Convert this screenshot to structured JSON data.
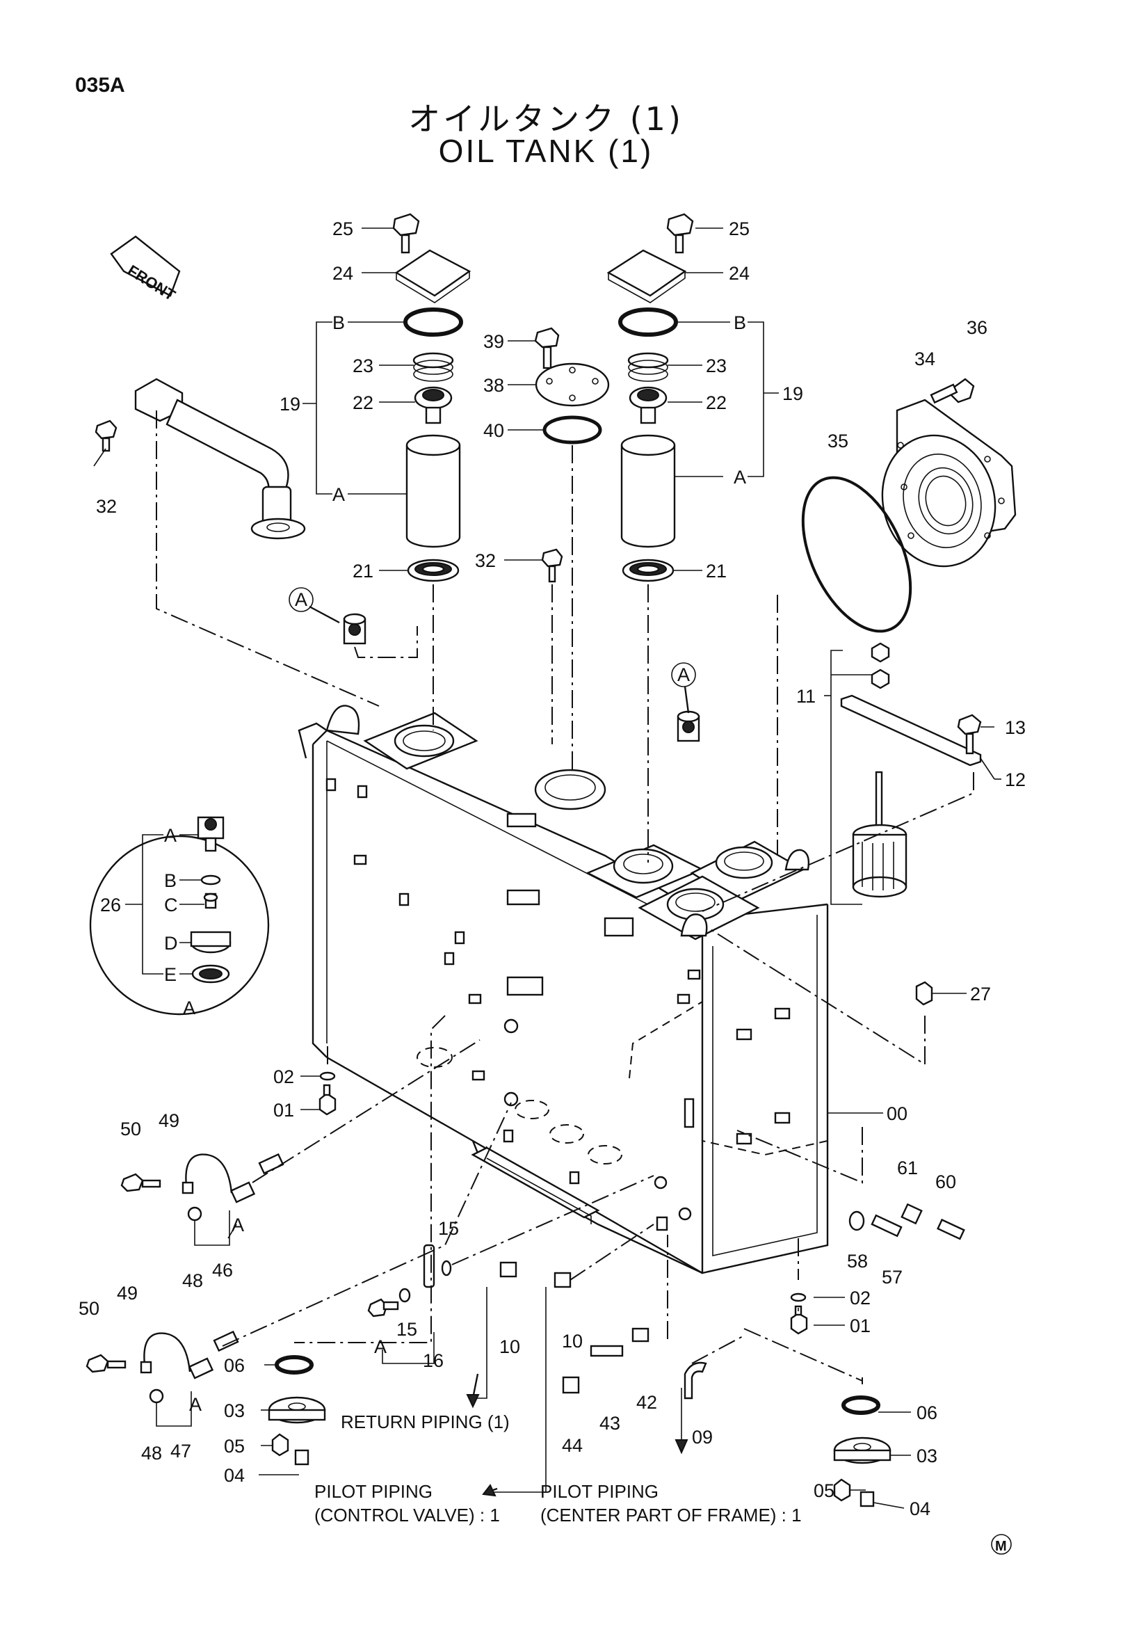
{
  "page_code": "035A",
  "title_jp": "オイルタンク (1)",
  "title_en": "OIL TANK (1)",
  "front_label": "FRONT",
  "mark": "M",
  "callouts": {
    "c25a": "25",
    "c24a": "24",
    "c25b": "25",
    "c24b": "24",
    "cBa": "B",
    "cBb": "B",
    "c39": "39",
    "c38": "38",
    "c23a": "23",
    "c23b": "23",
    "c36": "36",
    "c34": "34",
    "c19a": "19",
    "c19b": "19",
    "c22a": "22",
    "c22b": "22",
    "c40": "40",
    "c35": "35",
    "cAa": "A",
    "cAb": "A",
    "c32a": "32",
    "c32b": "32",
    "c21a": "21",
    "c21b": "21",
    "circA1": "A",
    "circA2": "A",
    "c13": "13",
    "c12": "12",
    "c11": "11",
    "dA": "A",
    "dB": "B",
    "dC": "C",
    "dD": "D",
    "dE": "E",
    "d26": "26",
    "dBottom": "A",
    "c27": "27",
    "c02a": "02",
    "c01a": "01",
    "c00": "00",
    "c50a": "50",
    "c49a": "49",
    "c48a": "48",
    "c46": "46",
    "cA46": "A",
    "c61": "61",
    "c60": "60",
    "c58": "58",
    "c57": "57",
    "c15a": "15",
    "c15b": "15",
    "c16": "16",
    "cA16": "A",
    "c10a": "10",
    "c10b": "10",
    "c02b": "02",
    "c01b": "01",
    "c50b": "50",
    "c49b": "49",
    "c48b": "48",
    "c47": "47",
    "cA47": "A",
    "c06a": "06",
    "c03a": "03",
    "c05a": "05",
    "c04a": "04",
    "c42": "42",
    "c43": "43",
    "c44": "44",
    "c09": "09",
    "c06b": "06",
    "c03b": "03",
    "c05b": "05",
    "c04b": "04"
  },
  "notes": {
    "return_piping": "RETURN PIPING (1)",
    "pilot_cv_1": "PILOT PIPING",
    "pilot_cv_2": "(CONTROL VALVE) : 1",
    "pilot_frame_1": "PILOT PIPING",
    "pilot_frame_2": "(CENTER PART OF FRAME) : 1"
  }
}
